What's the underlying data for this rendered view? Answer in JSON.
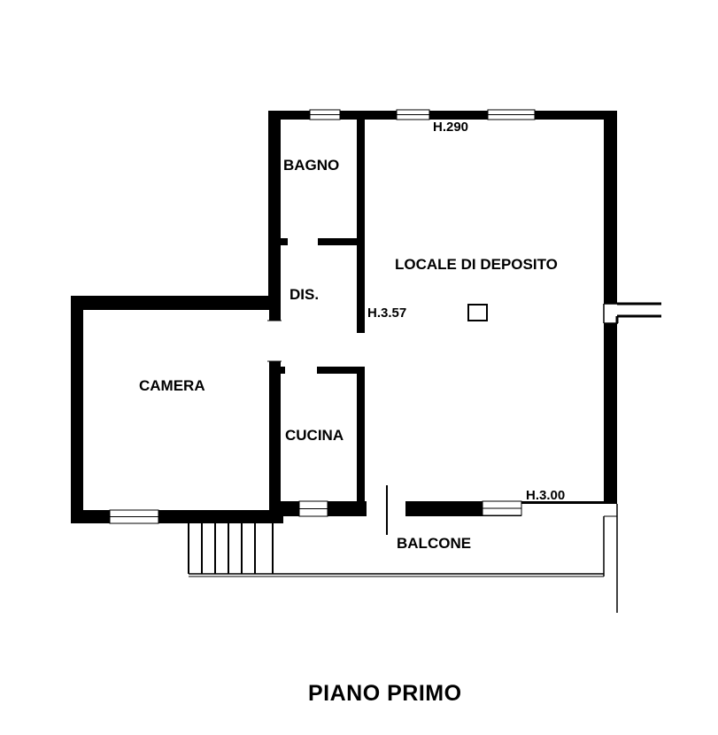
{
  "plan": {
    "title": "PIANO PRIMO",
    "rooms": {
      "bagno": "BAGNO",
      "dis": "DIS.",
      "cucina": "CUCINA",
      "camera": "CAMERA",
      "deposito": "LOCALE DI DEPOSITO",
      "balcone": "BALCONE"
    },
    "heights": {
      "h290": "H.290",
      "h357": "H.3.57",
      "h300": "H.3.00"
    }
  },
  "colors": {
    "wall": "#000000",
    "background": "#ffffff"
  }
}
